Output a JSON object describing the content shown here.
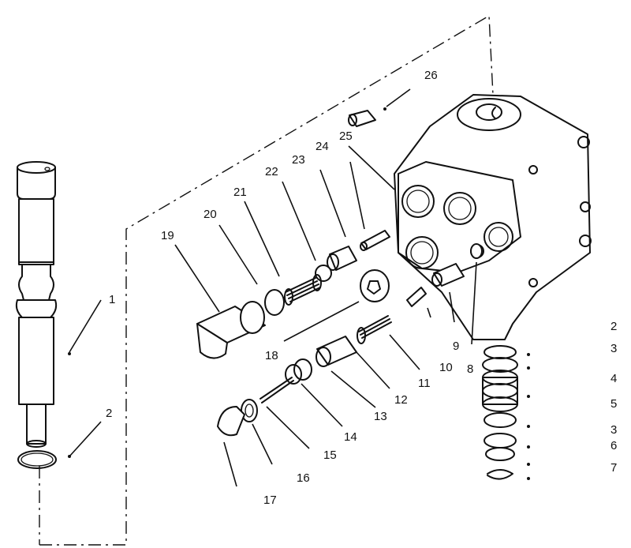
{
  "figure": {
    "callouts": [
      {
        "id": "c26",
        "label": "26"
      },
      {
        "id": "c25",
        "label": "25"
      },
      {
        "id": "c24",
        "label": "24"
      },
      {
        "id": "c23",
        "label": "23"
      },
      {
        "id": "c22",
        "label": "22"
      },
      {
        "id": "c21",
        "label": "21"
      },
      {
        "id": "c20",
        "label": "20"
      },
      {
        "id": "c19",
        "label": "19"
      },
      {
        "id": "c18",
        "label": "18"
      },
      {
        "id": "c17",
        "label": "17"
      },
      {
        "id": "c16",
        "label": "16"
      },
      {
        "id": "c15",
        "label": "15"
      },
      {
        "id": "c14",
        "label": "14"
      },
      {
        "id": "c13",
        "label": "13"
      },
      {
        "id": "c12",
        "label": "12"
      },
      {
        "id": "c11",
        "label": "11"
      },
      {
        "id": "c10",
        "label": "10"
      },
      {
        "id": "c9",
        "label": "9"
      },
      {
        "id": "c8",
        "label": "8"
      },
      {
        "id": "c1",
        "label": "1"
      },
      {
        "id": "c2a",
        "label": "2"
      },
      {
        "id": "c2b",
        "label": "2"
      },
      {
        "id": "c3a",
        "label": "3"
      },
      {
        "id": "c4",
        "label": "4"
      },
      {
        "id": "c5",
        "label": "5"
      },
      {
        "id": "c3b",
        "label": "3"
      },
      {
        "id": "c6",
        "label": "6"
      },
      {
        "id": "c7",
        "label": "7"
      }
    ]
  }
}
